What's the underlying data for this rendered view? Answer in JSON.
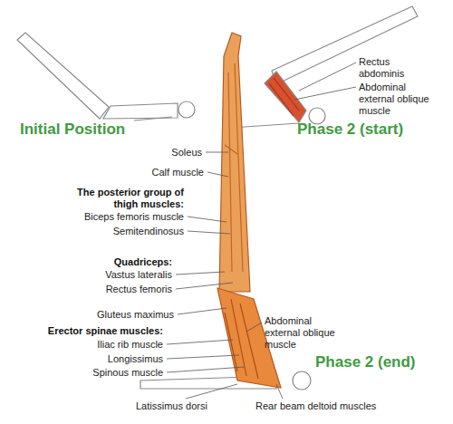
{
  "diagram": {
    "labels": [
      "Initial Position",
      "Phase 2 (start)",
      "Rectus abdominis",
      "Abdominal external oblique muscle",
      "Soleus",
      "Calf muscle",
      "The posterior group of thigh muscles:",
      "Biceps femoris muscle",
      "Semitendinosus",
      "Quadriceps:",
      "Vastus lateralis",
      "Rectus femoris",
      "Gluteus maximus",
      "Erector spinae muscles:",
      "Iliac rib muscle",
      "Longissimus",
      "Spinous muscle",
      "Abdominal external oblique muscle",
      "Phase 2 (end)",
      "Latissimus dorsi",
      "Rear beam deltoid muscles"
    ]
  }
}
